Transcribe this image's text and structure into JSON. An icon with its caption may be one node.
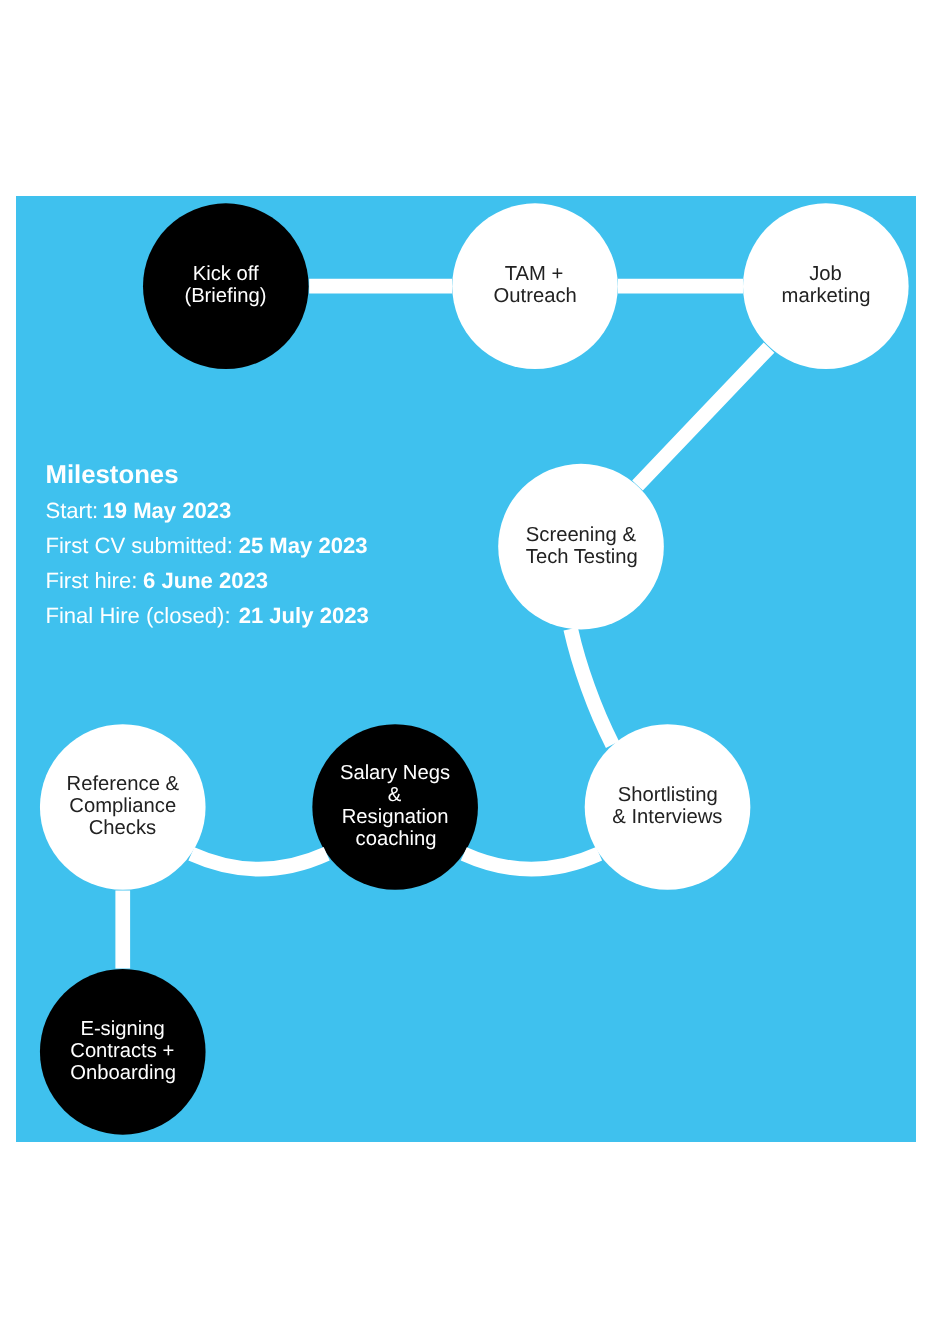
{
  "diagram": {
    "nodes": [
      {
        "text": [
          "Kick off (Briefing)"
        ]
      },
      {
        "text": [
          "TAM + Outreach"
        ]
      },
      {
        "text": [
          "Job marketing"
        ]
      },
      {
        "text": [
          "Screening & Tech Testing"
        ]
      },
      {
        "text": [
          "Shortlisting & Interviews"
        ]
      },
      {
        "text": [
          "Salary Negs & Resignation coaching"
        ]
      },
      {
        "text": [
          "Reference & Compliance Checks"
        ]
      },
      {
        "text": [
          "E-signing Contracts + Onboarding"
        ]
      }
    ],
    "edges": [
      {
        "from": 0,
        "to": 1,
        "arrow": "none"
      },
      {
        "from": 1,
        "to": 2,
        "arrow": "none"
      },
      {
        "from": 2,
        "to": 3,
        "arrow": "none"
      },
      {
        "from": 3,
        "to": 4,
        "arrow": "none"
      },
      {
        "from": 4,
        "to": 5,
        "arrow": "none"
      },
      {
        "from": 5,
        "to": 6,
        "arrow": "none"
      },
      {
        "from": 6,
        "to": 7,
        "arrow": "none"
      }
    ],
    "labels": [
      "Milestones",
      "Start: **19 May 2023**",
      "First CV submitted: **25 May 2023**",
      "First hire: **6 June 2023**",
      "Final Hire (closed): **21 July 2023**"
    ]
  }
}
